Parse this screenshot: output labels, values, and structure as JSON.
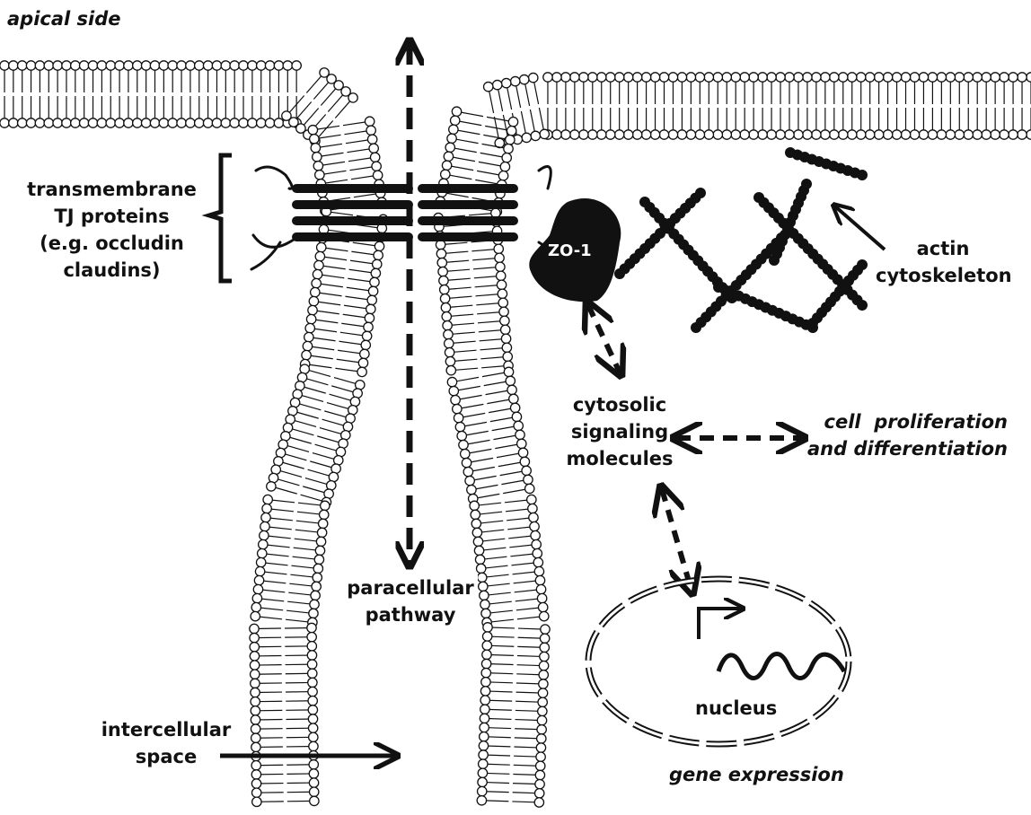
{
  "labels": {
    "apical_side": "apical side",
    "transmembrane": [
      "transmembrane",
      "TJ proteins",
      "(e.g. occludin",
      "claudins)"
    ],
    "zo1": "ZO-1",
    "actin": [
      "actin",
      "cytoskeleton"
    ],
    "cytosolic": [
      "cytosolic",
      "signaling",
      "molecules"
    ],
    "proliferation": [
      "cell  proliferation",
      "and differentiation"
    ],
    "paracellular": [
      "paracellular",
      "pathway"
    ],
    "nucleus": "nucleus",
    "gene_expression": "gene expression",
    "intercellular": [
      "intercellular",
      "space"
    ]
  },
  "colors": {
    "ink": "#111111",
    "bead_fill": "#ffffff"
  },
  "icons": [
    "bidirectional-dashed-arrow",
    "transcription-start-arrow",
    "mrna-wave"
  ]
}
